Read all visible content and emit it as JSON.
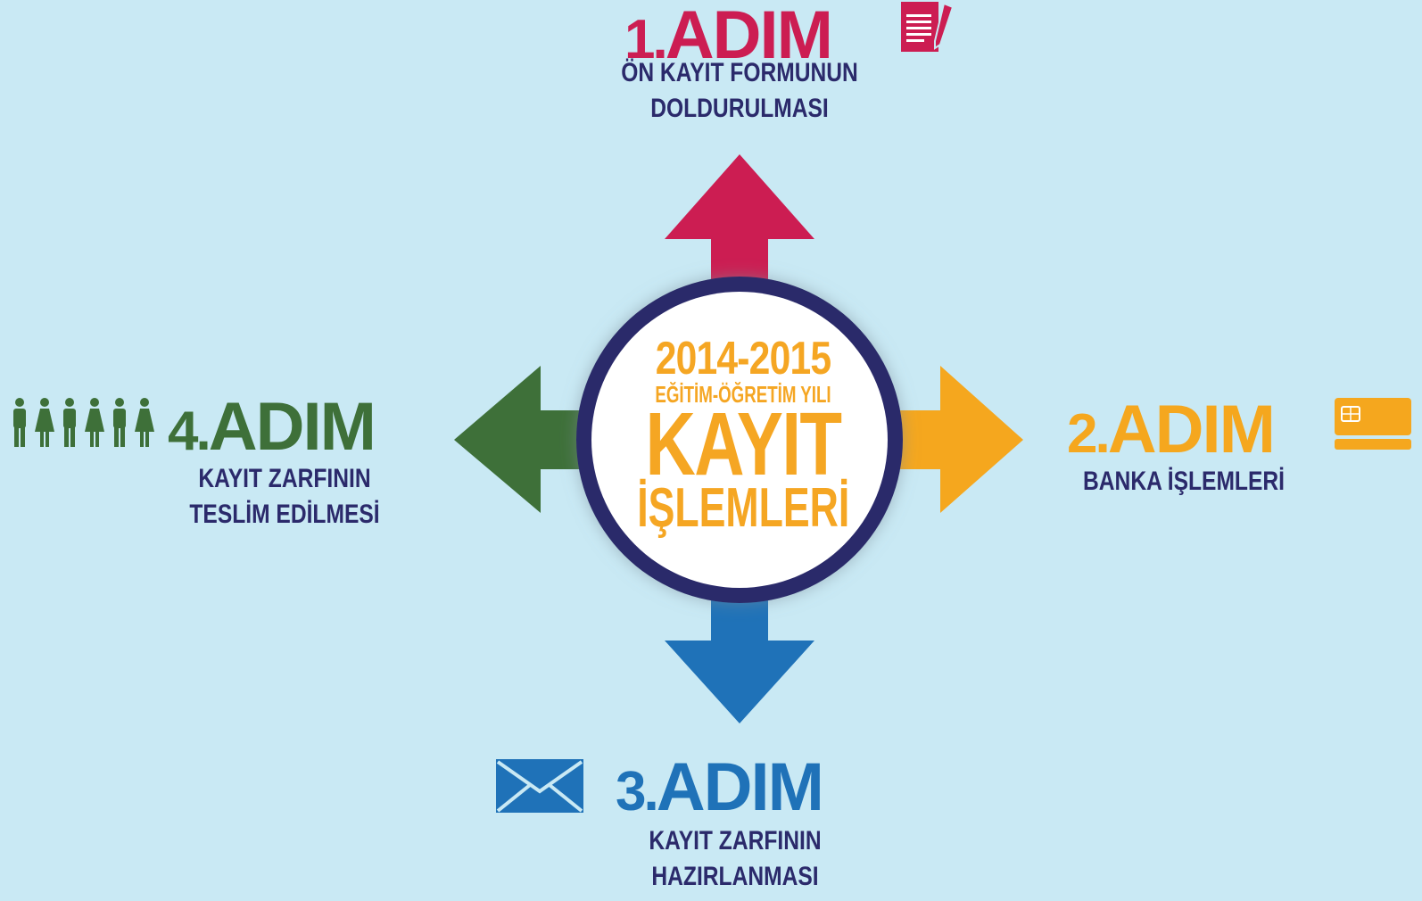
{
  "colors": {
    "background": "#c9e9f4",
    "step1": "#cc1d52",
    "step2": "#f5a71e",
    "step3": "#1f72b8",
    "step4": "#3e7039",
    "navy": "#2b2a6b",
    "center_text": "#f5a623"
  },
  "center": {
    "year": "2014-2015",
    "subtitle": "EĞİTİM-ÖĞRETİM YILI",
    "line1": "KAYIT",
    "line2": "İŞLEMLERİ"
  },
  "steps": [
    {
      "num": "1.",
      "word": "ADIM",
      "desc_line1": "ÖN KAYIT FORMUNUN",
      "desc_line2": "DOLDURULMASI",
      "icon": "document-pencil-icon"
    },
    {
      "num": "2.",
      "word": "ADIM",
      "desc_line1": "BANKA İŞLEMLERİ",
      "icon": "credit-card-icon"
    },
    {
      "num": "3.",
      "word": "ADIM",
      "desc_line1": "KAYIT ZARFININ",
      "desc_line2": "HAZIRLANMASI",
      "icon": "envelope-icon"
    },
    {
      "num": "4.",
      "word": "ADIM",
      "desc_line1": "KAYIT ZARFININ",
      "desc_line2": "TESLİM EDİLMESİ",
      "icon": "people-icon"
    }
  ]
}
